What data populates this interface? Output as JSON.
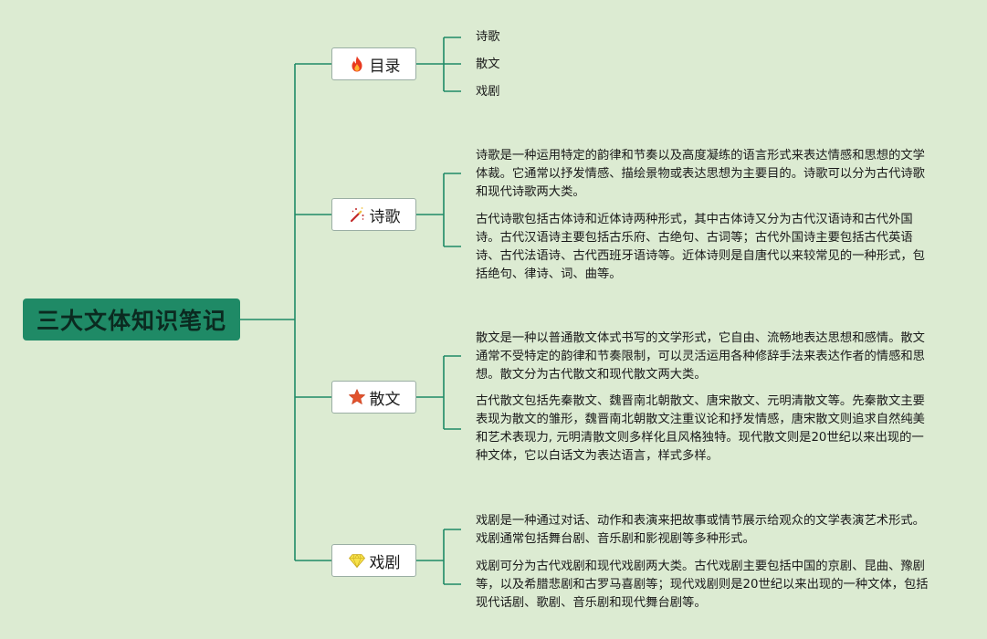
{
  "root": {
    "title": "三大文体知识笔记"
  },
  "branches": [
    {
      "label": "目录",
      "icon": "fire-icon",
      "children": [
        "诗歌",
        "散文",
        "戏剧"
      ]
    },
    {
      "label": "诗歌",
      "icon": "magic-wand-icon",
      "paragraphs": [
        "诗歌是一种运用特定的韵律和节奏以及高度凝练的语言形式来表达情感和思想的文学体裁。它通常以抒发情感、描绘景物或表达思想为主要目的。诗歌可以分为古代诗歌和现代诗歌两大类。",
        "古代诗歌包括古体诗和近体诗两种形式，其中古体诗又分为古代汉语诗和古代外国诗。古代汉语诗主要包括古乐府、古绝句、古词等；古代外国诗主要包括古代英语诗、古代法语诗、古代西班牙语诗等。近体诗则是自唐代以来较常见的一种形式，包括绝句、律诗、词、曲等。"
      ]
    },
    {
      "label": "散文",
      "icon": "star-icon",
      "paragraphs": [
        "散文是一种以普通散文体式书写的文学形式，它自由、流畅地表达思想和感情。散文通常不受特定的韵律和节奏限制，可以灵活运用各种修辞手法来表达作者的情感和思想。散文分为古代散文和现代散文两大类。",
        "古代散文包括先秦散文、魏晋南北朝散文、唐宋散文、元明清散文等。先秦散文主要表现为散文的雏形，魏晋南北朝散文注重议论和抒发情感，唐宋散文则追求自然纯美和艺术表现力, 元明清散文则多样化且风格独特。现代散文则是20世纪以来出现的一种文体，它以白话文为表达语言，样式多样。"
      ]
    },
    {
      "label": "戏剧",
      "icon": "diamond-icon",
      "paragraphs": [
        "戏剧是一种通过对话、动作和表演来把故事或情节展示给观众的文学表演艺术形式。戏剧通常包括舞台剧、音乐剧和影视剧等多种形式。",
        "戏剧可分为古代戏剧和现代戏剧两大类。古代戏剧主要包括中国的京剧、昆曲、豫剧等，以及希腊悲剧和古罗马喜剧等；现代戏剧则是20世纪以来出现的一种文体，包括现代话剧、歌剧、音乐剧和现代舞台剧等。"
      ]
    }
  ],
  "colors": {
    "background": "#dcebd2",
    "connector": "#1f8a66",
    "root_fill": "#1f8a66"
  }
}
